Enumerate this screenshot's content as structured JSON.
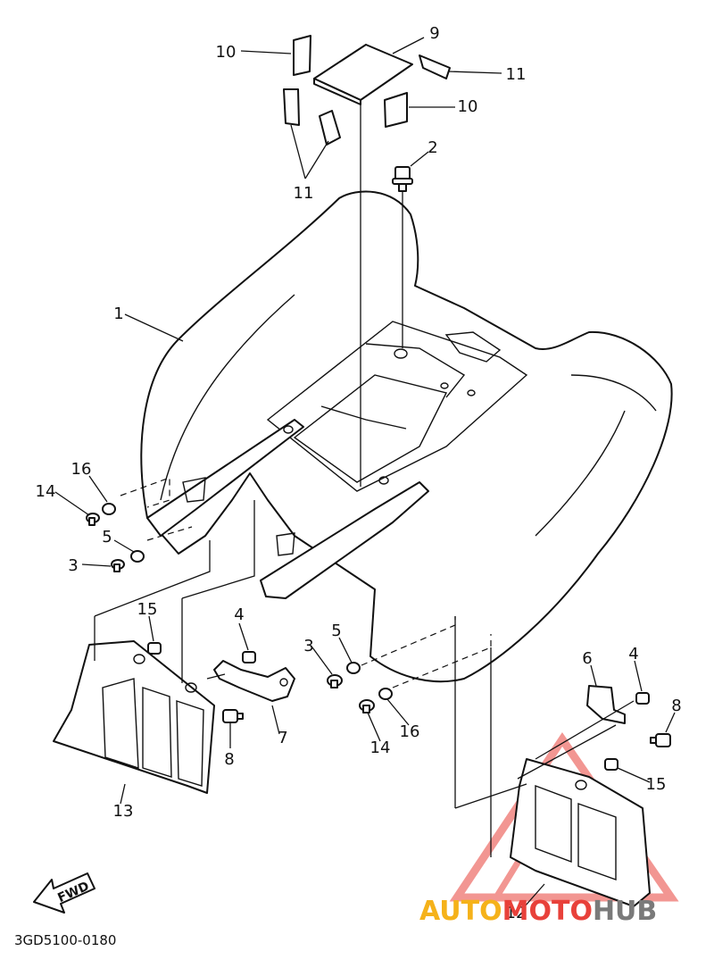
{
  "part_labels": {
    "p1": "1",
    "p2": "2",
    "p3a": "3",
    "p3b": "3",
    "p4a": "4",
    "p4b": "4",
    "p5a": "5",
    "p5b": "5",
    "p6": "6",
    "p7": "7",
    "p8a": "8",
    "p8b": "8",
    "p9": "9",
    "p10a": "10",
    "p10b": "10",
    "p11a": "11",
    "p11b": "11",
    "p12": "12",
    "p13": "13",
    "p14a": "14",
    "p14b": "14",
    "p15a": "15",
    "p15b": "15",
    "p16a": "16",
    "p16b": "16"
  },
  "fwd_arrow_text": "FWD",
  "diagram_code": "3GD5100-0180",
  "watermark": {
    "auto": "AUTO",
    "moto": "MOTO",
    "hub": "HUB",
    "color_auto": "#f5b21a",
    "color_moto": "#e8413a",
    "color_hub": "#7a7a7a"
  }
}
